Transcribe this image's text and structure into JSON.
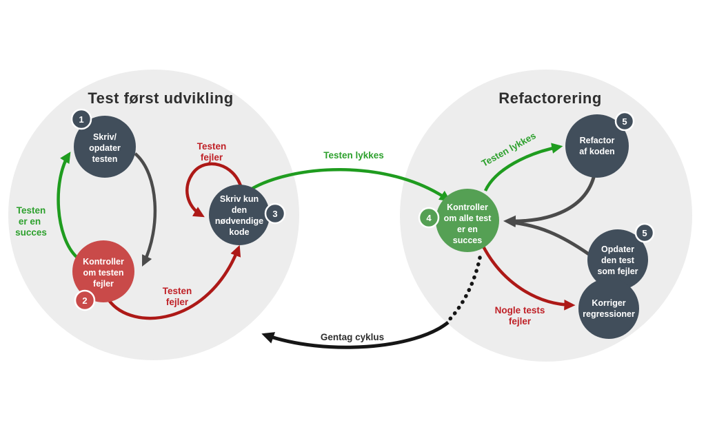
{
  "diagram": {
    "title_left": "Test først udvikling",
    "title_right": "Refactorering",
    "colors": {
      "region_fill": "#ededed",
      "node_dark": "#414e5b",
      "node_red": "#c94a49",
      "node_green": "#55a054",
      "arrow_green": "#1f9c1f",
      "arrow_red": "#ad1917",
      "arrow_dark": "#4b4b4b",
      "arrow_black": "#161616",
      "label_green": "#2da02d",
      "label_red": "#bf2026",
      "label_black": "#2e2e2e",
      "title_color": "#2e2e2e"
    },
    "nodes": {
      "n1": {
        "badge": "1",
        "line1": "Skriv/",
        "line2": "opdater",
        "line3": "testen"
      },
      "n2": {
        "badge": "2",
        "line1": "Kontroller",
        "line2": "om testen",
        "line3": "fejler"
      },
      "n3": {
        "badge": "3",
        "line1": "Skriv kun",
        "line2": "den",
        "line3": "nødvendige",
        "line4": "kode"
      },
      "n4": {
        "badge": "4",
        "line1": "Kontroller",
        "line2": "om alle test",
        "line3": "er en",
        "line4": "succes"
      },
      "n5a": {
        "badge": "5",
        "line1": "Refactor",
        "line2": "af koden"
      },
      "n5b": {
        "badge": "5",
        "line1": "Opdater",
        "line2": "den test",
        "line3": "som fejler"
      },
      "n6": {
        "line1": "Korriger",
        "line2": "regressioner"
      }
    },
    "labels": {
      "test_success_left": {
        "line1": "Testen",
        "line2": "er en",
        "line3": "succes"
      },
      "test_fails_loop": {
        "line1": "Testen",
        "line2": "fejler"
      },
      "test_fails_mid": {
        "line1": "Testen",
        "line2": "fejler"
      },
      "test_passes_mid": {
        "text": "Testen lykkes"
      },
      "test_passes_right": {
        "text": "Testen lykkes"
      },
      "some_tests_fail": {
        "line1": "Nogle tests",
        "line2": "fejler"
      },
      "repeat_cycle": {
        "text": "Gentag cyklus"
      }
    }
  }
}
